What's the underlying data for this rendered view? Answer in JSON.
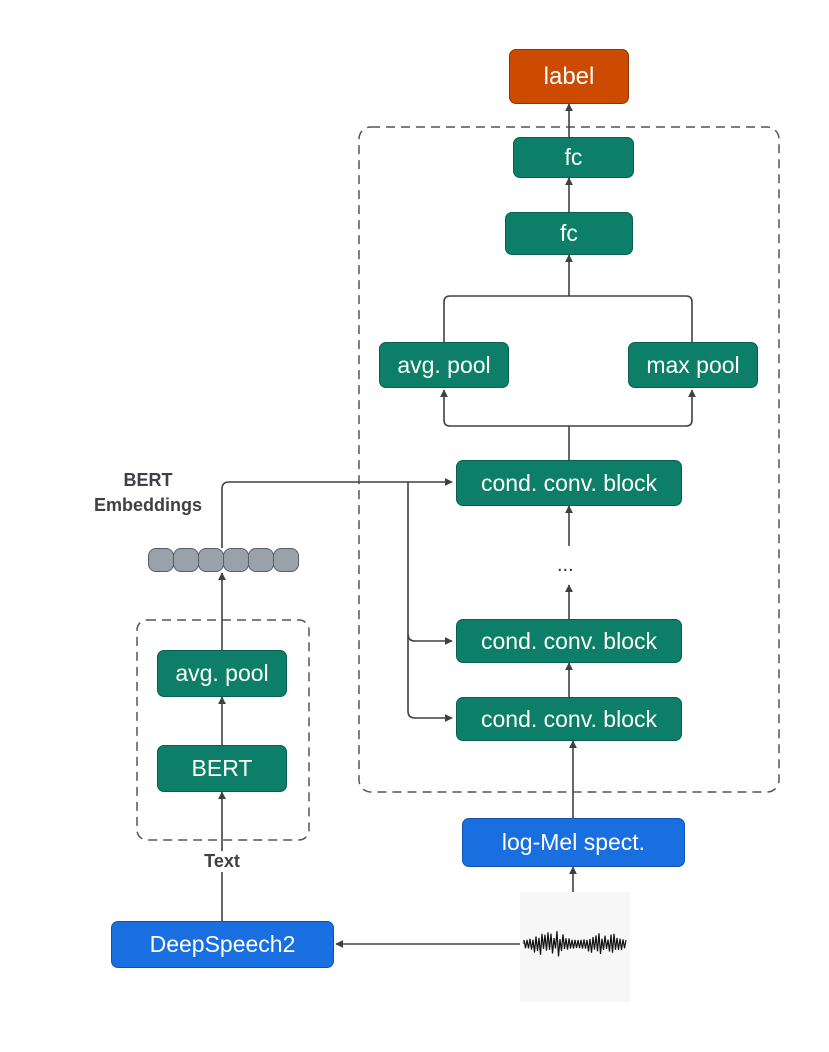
{
  "nodes": {
    "label": "label",
    "fc_top": "fc",
    "fc_bottom": "fc",
    "avg_pool_right": "avg. pool",
    "max_pool": "max pool",
    "cond_block_top": "cond. conv. block",
    "ellipsis": "...",
    "cond_block_mid": "cond. conv. block",
    "cond_block_bottom": "cond. conv. block",
    "log_mel": "log-Mel spect.",
    "deepspeech": "DeepSpeech2",
    "bert": "BERT",
    "avg_pool_left": "avg. pool"
  },
  "labels": {
    "bert_embeddings_line1": "BERT",
    "bert_embeddings_line2": "Embeddings",
    "text": "Text"
  },
  "colors": {
    "teal": "#0d7f69",
    "blue": "#1a6fe0",
    "orange": "#cc4b00",
    "token_gray": "#9aa1aa",
    "edge": "#3f4046"
  },
  "icons": {
    "audio": "waveform-icon"
  }
}
